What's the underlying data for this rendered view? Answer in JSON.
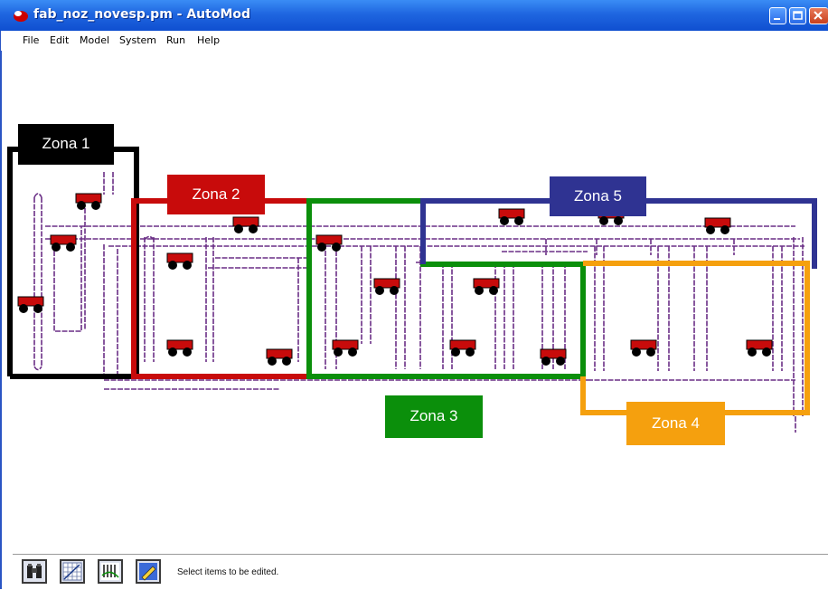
{
  "window": {
    "title": "fab_noz_novesp.pm - AutoMod"
  },
  "menu": [
    "File",
    "Edit",
    "Model",
    "System",
    "Run",
    "Help"
  ],
  "zones": [
    {
      "label": "Zona 1",
      "color": "#000000"
    },
    {
      "label": "Zona 2",
      "color": "#c80b0b"
    },
    {
      "label": "Zona 3",
      "color": "#0b8f0b"
    },
    {
      "label": "Zona 4",
      "color": "#f5a00e"
    },
    {
      "label": "Zona 5",
      "color": "#2f3392"
    }
  ],
  "status": {
    "message": "Select items to be edited."
  },
  "toolbar_icons": [
    "binoculars-icon",
    "grid-icon",
    "graph-icon",
    "edit-icon"
  ],
  "colors": {
    "path": "#6a2f86",
    "vehicle": "#c80b0b",
    "titlebar": "#1f66e0"
  }
}
